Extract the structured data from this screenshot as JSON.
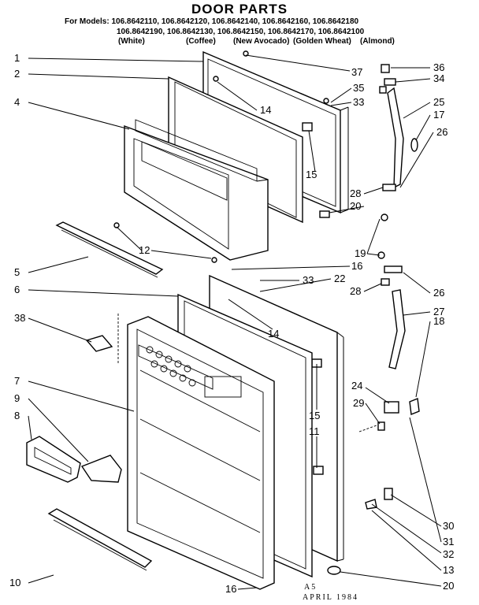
{
  "title": "DOOR PARTS",
  "models": {
    "line1": "For Models: 106.8642110, 106.8642120, 106.8642140, 106.8642160, 106.8642180",
    "line2": "106.8642190, 106.8642130, 106.8642150, 106.8642170, 106.8642100",
    "colors": [
      "(White)",
      "(Coffee)",
      "(New Avocado)",
      "(Golden Wheat)",
      "(Almond)"
    ]
  },
  "callouts": [
    "1",
    "2",
    "4",
    "12",
    "5",
    "6",
    "38",
    "7",
    "9",
    "8",
    "10",
    "16",
    "37",
    "14",
    "15",
    "35",
    "33",
    "36",
    "34",
    "25",
    "17",
    "26",
    "28",
    "20",
    "19",
    "16",
    "33",
    "22",
    "26",
    "28",
    "27",
    "18",
    "14",
    "24",
    "29",
    "15",
    "11",
    "30",
    "31",
    "32",
    "13",
    "20"
  ],
  "footer": {
    "code": "A5",
    "date": "APRIL 1984"
  }
}
